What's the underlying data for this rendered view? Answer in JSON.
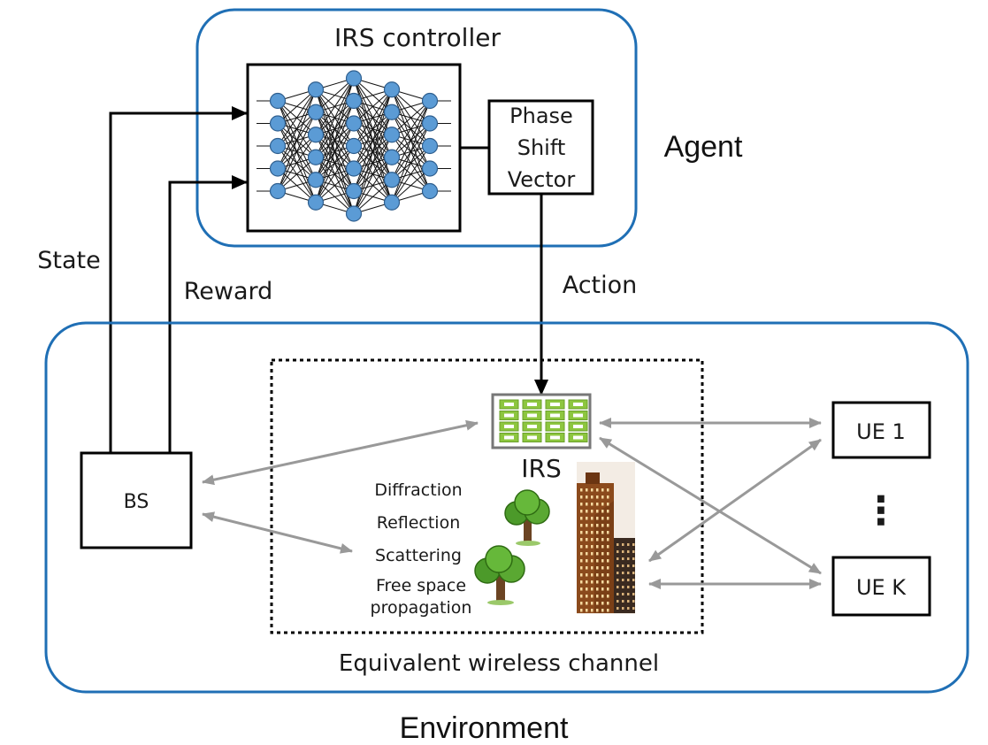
{
  "agent": {
    "controller_title": "IRS controller",
    "phase_shift_lines": [
      "Phase",
      "Shift",
      "Vector"
    ],
    "label": "Agent"
  },
  "signals": {
    "state": "State",
    "reward": "Reward",
    "action": "Action"
  },
  "environment": {
    "label": "Environment",
    "channel_label": "Equivalent wireless channel",
    "irs_label": "IRS",
    "bs_label": "BS",
    "ue_first": "UE 1",
    "ue_last": "UE K",
    "ellipsis": "⋮",
    "phenomena": [
      "Diffraction",
      "Reflection",
      "Scattering",
      "Free space",
      "propagation"
    ]
  },
  "colors": {
    "region_border": "#1f6fb5",
    "neuron_fill": "#5b9bd5",
    "irs_element": "#8dc63f",
    "link_arrow": "#999999",
    "control_arrow": "#000000",
    "tree_green": "#4c9a2a",
    "building_brown": "#8b4a1c"
  },
  "neural_net_layers": [
    5,
    6,
    7,
    6,
    5
  ]
}
